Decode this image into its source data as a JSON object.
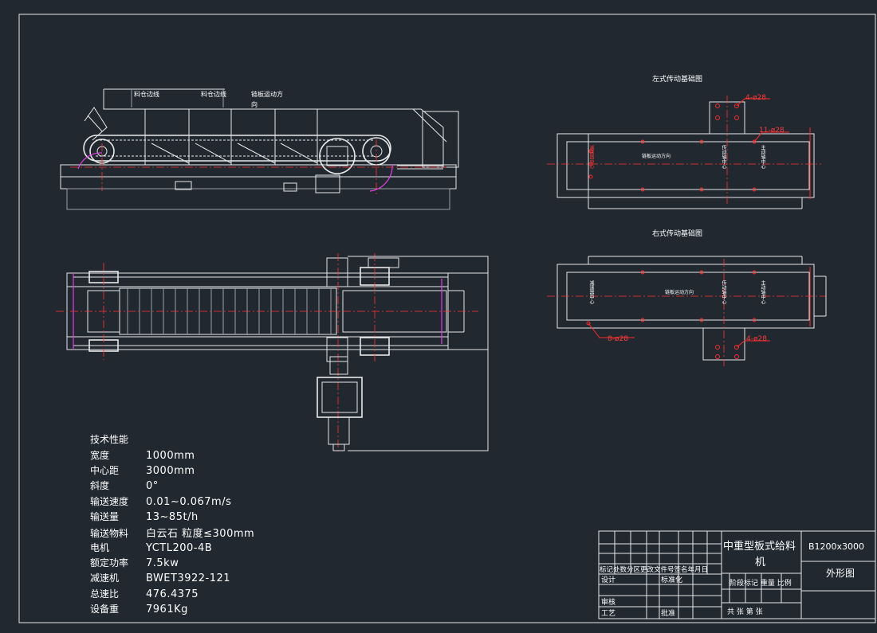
{
  "elevation_notes": {
    "bin_line_1": "料仓边线",
    "bin_line_2": "料仓边线",
    "motion_dir": [
      "链板运动方",
      "向"
    ]
  },
  "left_foundation": {
    "title": "左式传动基础图",
    "label_holes_a": "4-ø28",
    "label_holes_b": "11-ø28",
    "center_text": "链板运动方向",
    "side_left": "减速器中心",
    "side_mid": "传动轴中心",
    "side_right": "主动轴中心"
  },
  "right_foundation": {
    "title": "右式传动基础图",
    "label_holes_a": "8-ø28",
    "label_holes_b": "4-ø28",
    "center_text": "链板运动方向",
    "side_left": "减速器中心",
    "side_mid": "传动轴中心",
    "side_right": "主动轴中心"
  },
  "specs": {
    "heading": "技术性能",
    "rows": [
      {
        "label": "宽度",
        "value": "1000mm"
      },
      {
        "label": "中心距",
        "value": "3000mm"
      },
      {
        "label": "斜度",
        "value": "0°"
      },
      {
        "label": "输送速度",
        "value": "0.01~0.067m/s"
      },
      {
        "label": "输送量",
        "value": "13~85t/h"
      },
      {
        "label": "输送物料",
        "value": "白云石   粒度≤300mm"
      },
      {
        "label": "电机",
        "value": "YCTL200-4B"
      },
      {
        "label": "额定功率",
        "value": "7.5kw"
      },
      {
        "label": "减速机",
        "value": "BWET3922-121"
      },
      {
        "label": "总速比",
        "value": "476.4375"
      },
      {
        "label": "设备重",
        "value": "7961Kg"
      }
    ]
  },
  "title_block": {
    "name_line1": "中重型板式给料",
    "name_line2": "机",
    "code": "B1200x3000",
    "drawing_type": "外形图",
    "rev_headers": "标记处数分区更改文件号签名年月日",
    "design": "设计",
    "standard": "标准化",
    "stage_cols": "阶段标记  重量  比例",
    "check": "审核",
    "process": "工艺",
    "approve": "批准",
    "sheets": "共    张      第    张"
  },
  "colors": {
    "background": "#212830",
    "line": "#e8e8e8",
    "dim_red": "#ff2a2a",
    "magenta": "#e040e0"
  }
}
